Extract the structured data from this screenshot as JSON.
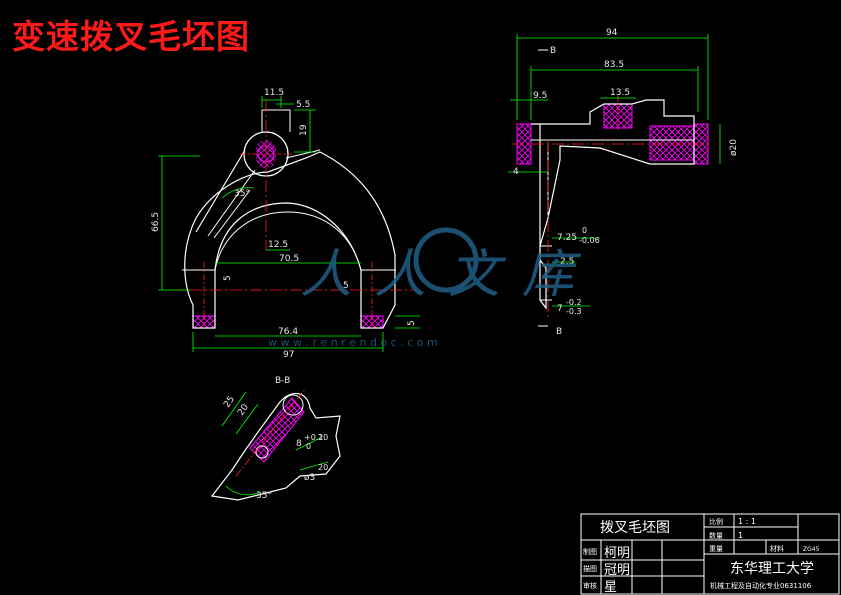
{
  "title": "变速拨叉毛坯图",
  "colors": {
    "background": "#000000",
    "title": "#ff1a1a",
    "outline": "#ffffff",
    "dimension": "#00ff00",
    "centerline": "#ff2020",
    "hatch": "#ff00ff"
  },
  "front_view": {
    "dims": {
      "d11_5": "11.5",
      "d5_5": "5.5",
      "d19": "19",
      "d66_5": "66.5",
      "d35deg": "35°",
      "d12_5": "12.5",
      "d70_5": "70.5",
      "d5_left": "5",
      "d5_mid": "5",
      "d5_right": "5",
      "d76_4": "76.4",
      "d97": "97"
    }
  },
  "side_view": {
    "section_mark_top": "B",
    "section_mark_bottom": "B",
    "dims": {
      "d94": "94",
      "d83_5": "83.5",
      "d9_5": "9.5",
      "d13_5": "13.5",
      "d4": "4",
      "d20": "ø20",
      "d7_25": "7.25",
      "d7_25_tol_upper": "0",
      "d7_25_tol_lower": "-0.06",
      "d2_5": "2.5",
      "d7": "7",
      "d7_tol_upper": "-0.2",
      "d7_tol_lower": "-0.3"
    }
  },
  "section_view": {
    "label": "B-B",
    "dims": {
      "d25": "25",
      "d20": "20",
      "d8": "8",
      "d8_tol_upper": "+0.1",
      "d8_tol_lower": "0",
      "d20a": "20",
      "d20b": "20",
      "d3": "ø3",
      "d35deg": "35°"
    }
  },
  "watermark": {
    "text1": "人人文库",
    "url": "w w w . r e n r e n d o c . c o m"
  },
  "title_block": {
    "part_name": "拨叉毛坯图",
    "scale_label": "比例",
    "scale_value": "1 : 1",
    "qty_label": "数量",
    "qty_value": "1",
    "weight_label": "重量",
    "material_label": "材料",
    "material_value": "ZG45",
    "designer_label": "制图",
    "designer_name": "柯明",
    "drawer_label": "描图",
    "drawer_name": "冠明",
    "checker_label": "审核",
    "checker_name": "星",
    "school": "东华理工大学",
    "major": "机械工程及自动化专业0631106"
  }
}
